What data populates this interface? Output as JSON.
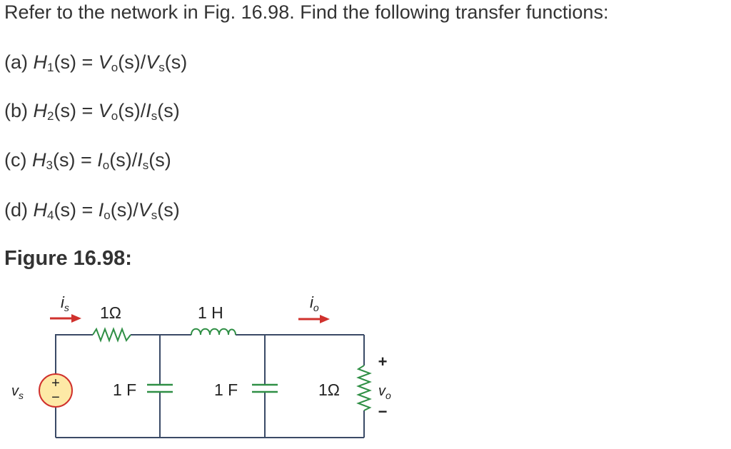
{
  "problem": {
    "intro": "Refer to the network in Fig. 16.98. Find the following transfer functions:",
    "parts": [
      {
        "label": "(a)",
        "H": "H",
        "H_sub": "1",
        "num": "V",
        "num_sub": "o",
        "den": "V",
        "den_sub": "s"
      },
      {
        "label": "(b)",
        "H": "H",
        "H_sub": "2",
        "num": "V",
        "num_sub": "o",
        "den": "I",
        "den_sub": "s"
      },
      {
        "label": "(c)",
        "H": "H",
        "H_sub": "3",
        "num": "I",
        "num_sub": "o",
        "den": "I",
        "den_sub": "s"
      },
      {
        "label": "(d)",
        "H": "H",
        "H_sub": "4",
        "num": "I",
        "num_sub": "o",
        "den": "V",
        "den_sub": "s"
      }
    ],
    "arg": "(s)",
    "equals": "=",
    "slash": "/"
  },
  "figure": {
    "title": "Figure 16.98:",
    "circuit": {
      "is_label": "i",
      "is_sub": "s",
      "io_label": "i",
      "io_sub": "o",
      "r1": "1Ω",
      "l1": "1 H",
      "c1": "1 F",
      "c2": "1 F",
      "r2": "1Ω",
      "vs_label": "v",
      "vs_sub": "s",
      "vo_label": "v",
      "vo_sub": "o",
      "plus_src": "+",
      "minus_src": "−",
      "plus_out": "+",
      "minus_out": "−"
    },
    "colors": {
      "wire": "#3a4a66",
      "component": "#2f8f45",
      "arrow": "#d0312d",
      "source_fill": "#fde9a6"
    }
  }
}
